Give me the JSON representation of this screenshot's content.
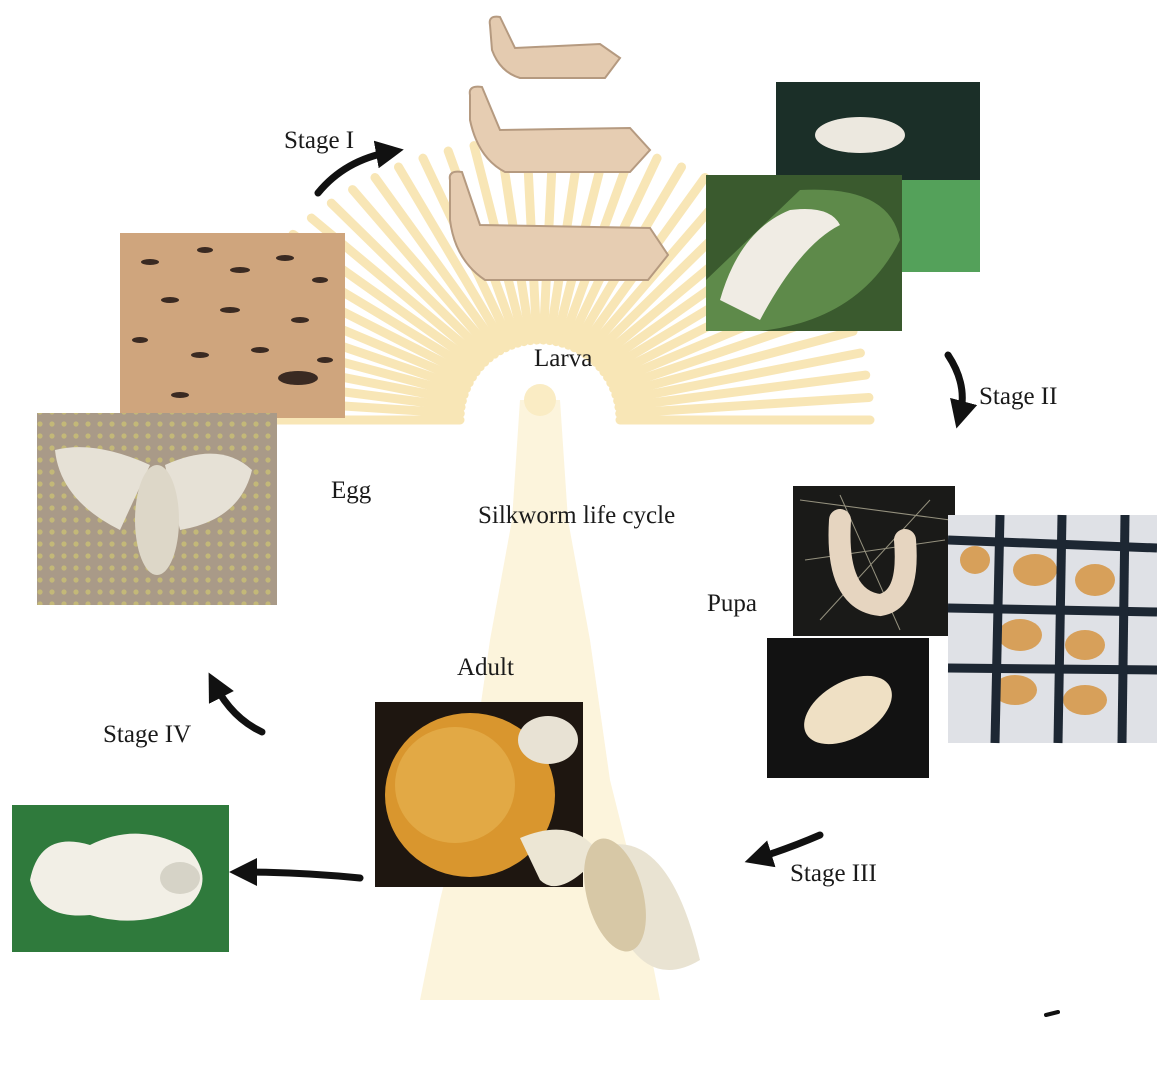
{
  "diagram": {
    "title": "Silkworm life cycle",
    "stages": {
      "egg": "Egg",
      "larva": "Larva",
      "pupa": "Pupa",
      "adult": "Adult"
    },
    "transitions": {
      "stage1": "Stage I",
      "stage2": "Stage II",
      "stage3": "Stage III",
      "stage4": "Stage IV"
    }
  },
  "colors": {
    "watermark": "#f3d27a",
    "arrow": "#111111",
    "larva_body": "#e6cdb2",
    "cocoon_gold": "#d9962e",
    "silk_white": "#f2efe6",
    "moth_cream": "#e9e3d2"
  }
}
